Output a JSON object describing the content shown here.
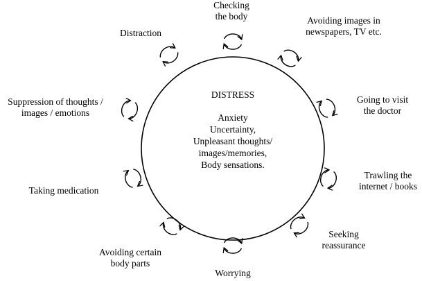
{
  "center": {
    "title": "DISTRESS",
    "lines": [
      "Anxiety",
      "Uncertainty,",
      "Unpleasant thoughts/",
      "images/memories,",
      "Body sensations."
    ]
  },
  "behaviours": [
    {
      "id": "checking-the-body",
      "lines": [
        "Checking",
        "the body"
      ]
    },
    {
      "id": "avoiding-images",
      "lines": [
        "Avoiding images in",
        "newspapers, TV etc."
      ]
    },
    {
      "id": "going-to-visit-doctor",
      "lines": [
        "Going to visit",
        "the doctor"
      ]
    },
    {
      "id": "trawling-internet",
      "lines": [
        "Trawling the",
        "internet / books"
      ]
    },
    {
      "id": "seeking-reassurance",
      "lines": [
        "Seeking",
        "reassurance"
      ]
    },
    {
      "id": "worrying",
      "lines": [
        "Worrying"
      ]
    },
    {
      "id": "avoiding-body-parts",
      "lines": [
        "Avoiding certain",
        "body parts"
      ]
    },
    {
      "id": "taking-medication",
      "lines": [
        "Taking medication"
      ]
    },
    {
      "id": "suppression-of-thoughts",
      "lines": [
        "Suppression of thoughts /",
        "images / emotions"
      ]
    },
    {
      "id": "distraction",
      "lines": [
        "Distraction"
      ]
    }
  ],
  "colors": {
    "line": "#000000",
    "background": "#ffffff"
  }
}
